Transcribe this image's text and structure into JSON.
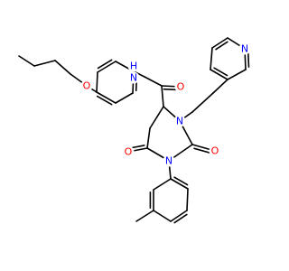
{
  "molecule": {
    "atom_labels": {
      "o_ether": "O",
      "n_amide": "N",
      "h_amide": "H",
      "o_amide": "O",
      "n_ring_upper": "N",
      "n_ring_lower": "N",
      "o_ring_left": "O",
      "o_ring_right": "O",
      "n_pyridine": "N"
    },
    "colors": {
      "bond": "#000000",
      "oxygen": "#ff0000",
      "nitrogen": "#0000ff"
    }
  }
}
